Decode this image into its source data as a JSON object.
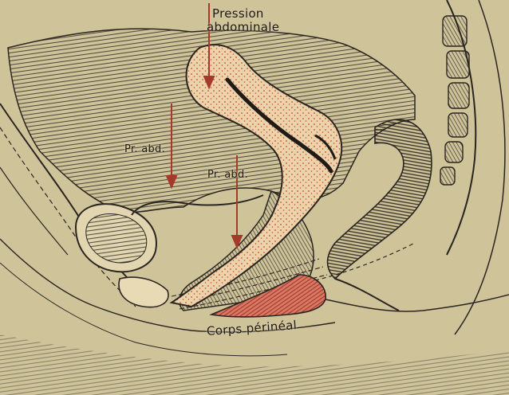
{
  "labels": {
    "pression_line1": "Pression",
    "pression_line2": "abdominale",
    "pr_abd_left": "Pr. abd.",
    "pr_abd_right": "Pr. abd.",
    "corps_perineal": "Corps périnéal"
  },
  "colors": {
    "paper": "#cfc39a",
    "ink": "#2a2520",
    "flesh": "#e9cfa6",
    "stipple": "#c0502e",
    "perineal_body": "#cf6a57",
    "arrow": "#a33a2a"
  }
}
